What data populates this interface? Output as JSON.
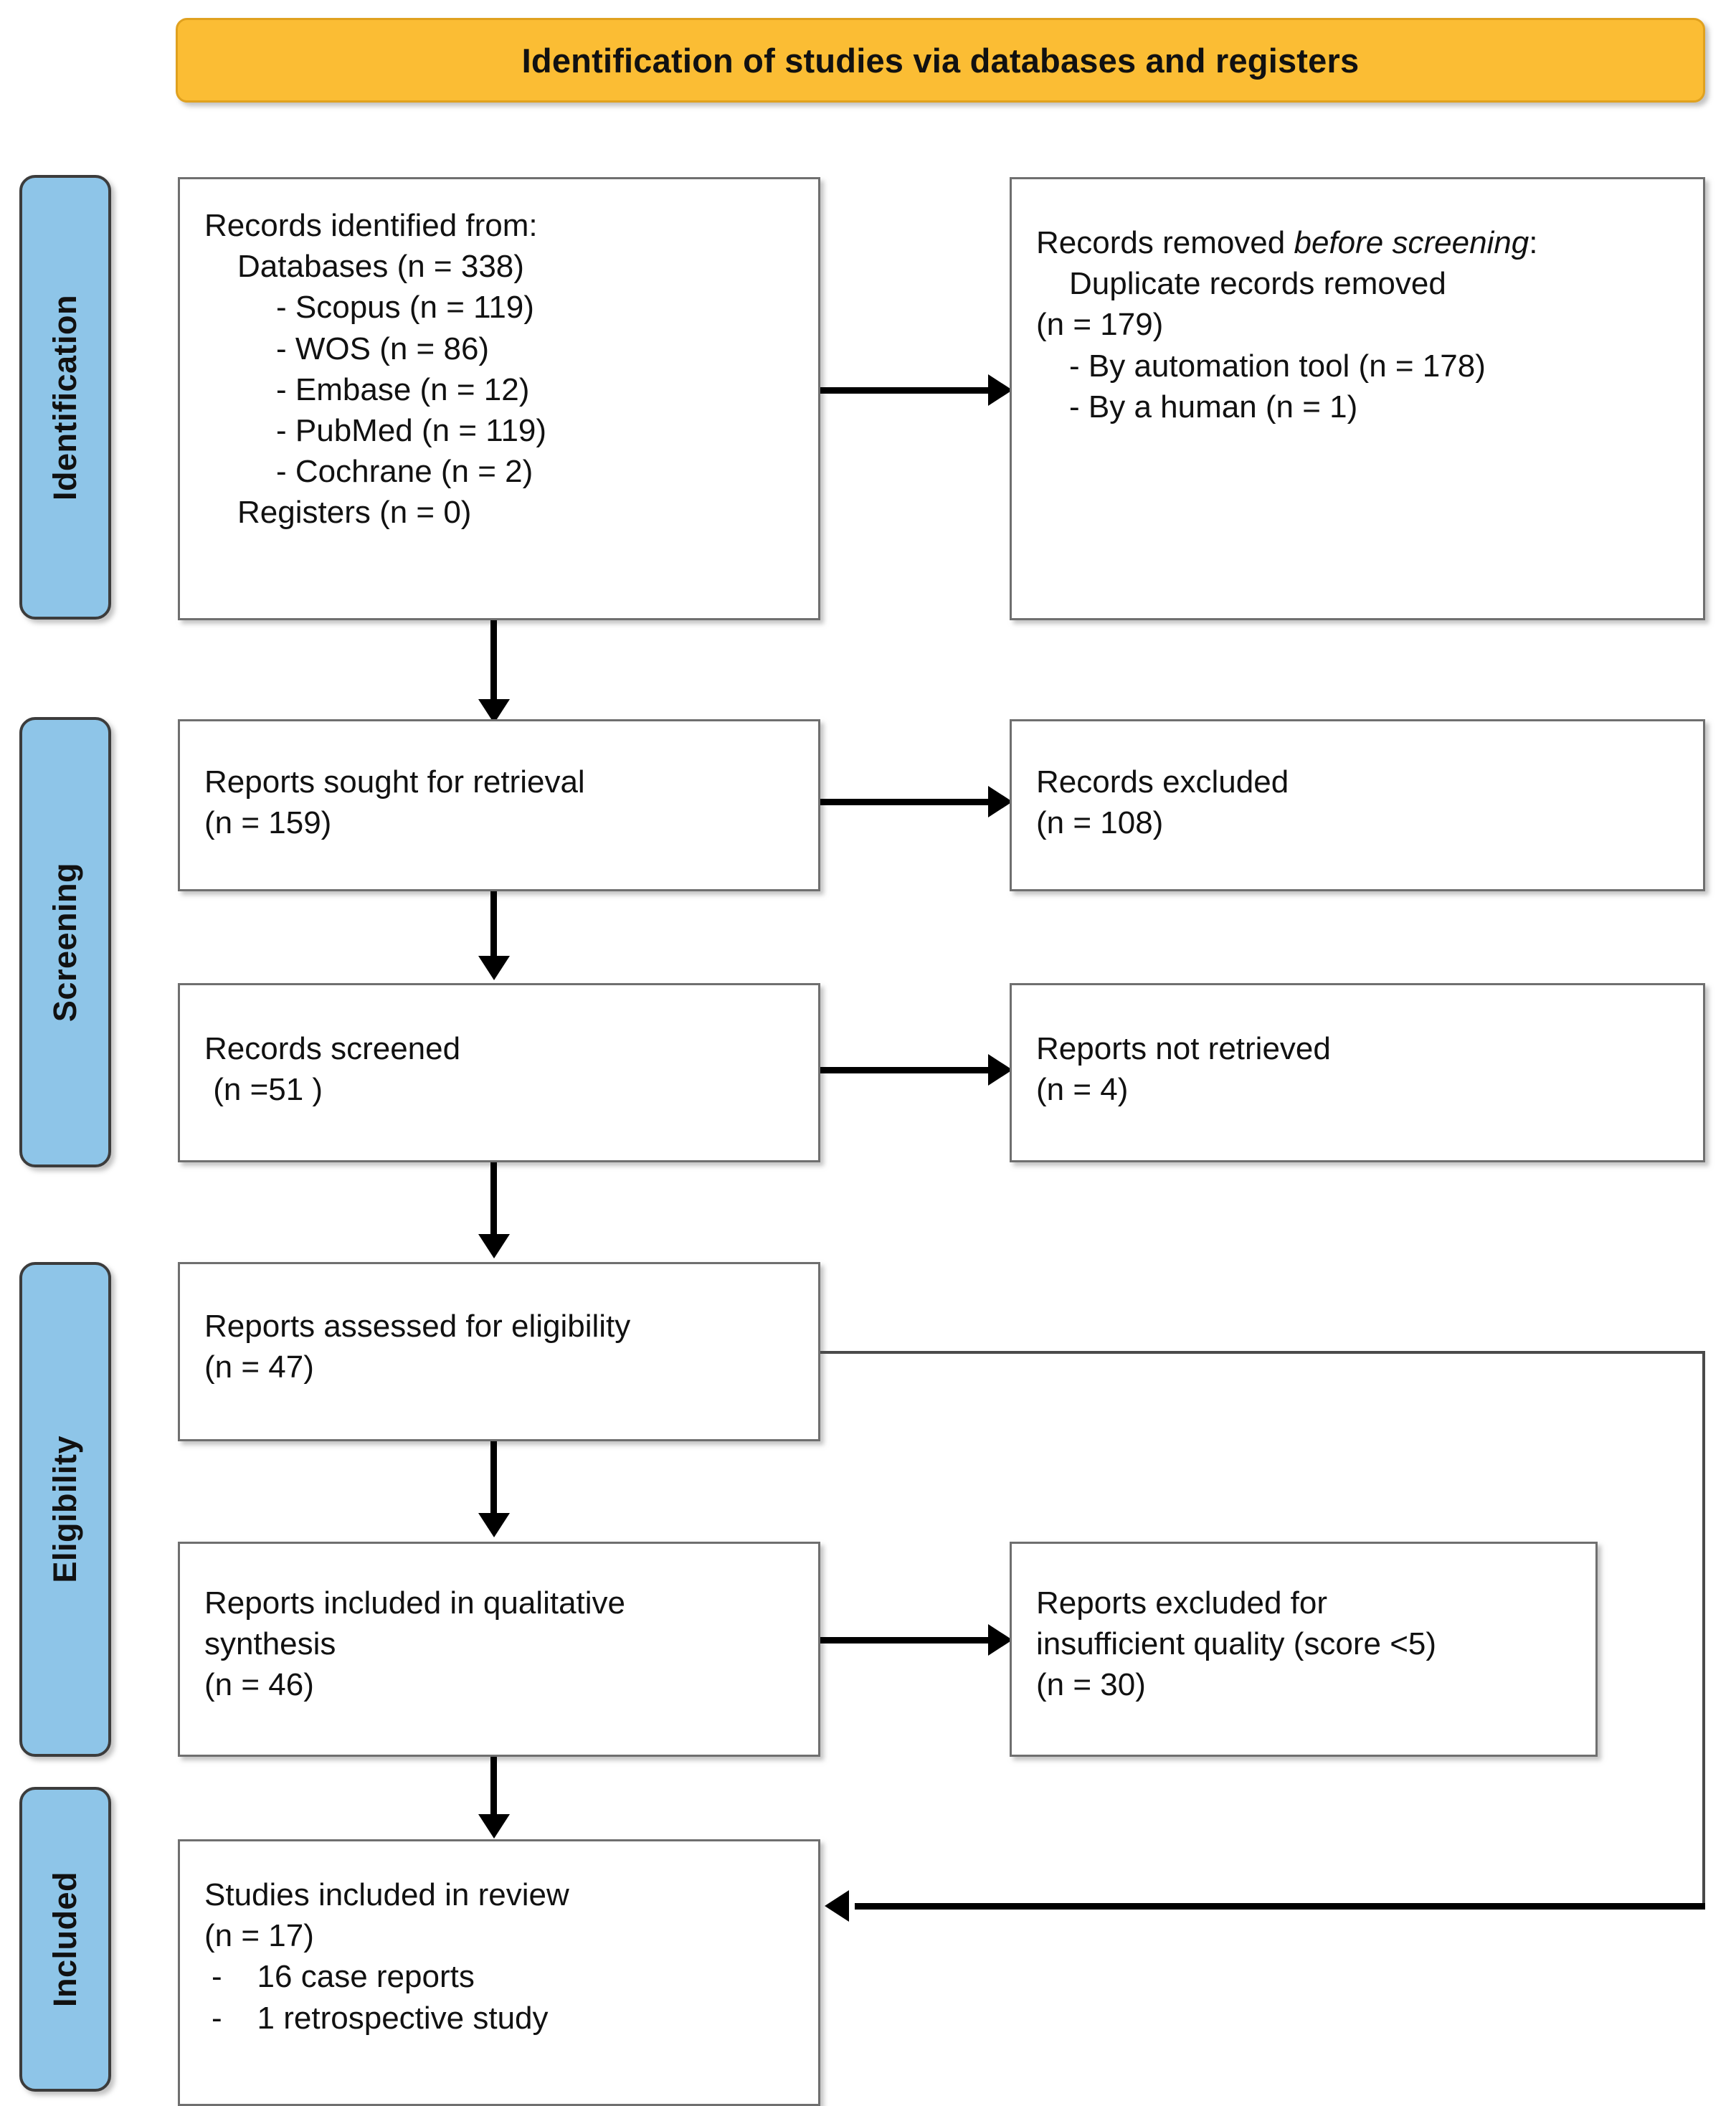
{
  "header": {
    "title": "Identification of studies via databases and registers",
    "bg_color": "#fbbd34"
  },
  "stages": [
    {
      "id": "identification",
      "label": "Identification"
    },
    {
      "id": "screening",
      "label": "Screening"
    },
    {
      "id": "eligibility",
      "label": "Eligibility"
    },
    {
      "id": "included",
      "label": "Included"
    }
  ],
  "stage_color": "#8ec5e8",
  "boxes": {
    "records_identified": {
      "lines": [
        "Records identified from:",
        "Databases (n = 338)",
        "- Scopus (n = 119)",
        "- WOS (n = 86)",
        "- Embase (n = 12)",
        "- PubMed (n = 119)",
        "- Cochrane (n = 2)",
        "Registers (n = 0)"
      ]
    },
    "records_removed": {
      "line1_prefix": "Records removed ",
      "line1_italic": "before screening",
      "line1_suffix": ":",
      "lines": [
        "Duplicate records removed",
        "(n = 179)",
        "- By automation tool (n = 178)",
        "- By a human (n = 1)"
      ]
    },
    "reports_sought": {
      "lines": [
        "Reports sought for retrieval",
        "(n = 159)"
      ]
    },
    "records_excluded": {
      "lines": [
        "Records excluded",
        "(n = 108)"
      ]
    },
    "records_screened": {
      "lines": [
        "Records screened",
        " (n =51 )"
      ]
    },
    "reports_not_retrieved": {
      "lines": [
        "Reports not retrieved",
        "(n = 4)"
      ]
    },
    "reports_assessed": {
      "lines": [
        "Reports assessed for eligibility",
        "(n = 47)"
      ]
    },
    "reports_qualitative": {
      "lines": [
        "Reports included in qualitative",
        "synthesis",
        "(n = 46)"
      ]
    },
    "reports_excluded_quality": {
      "lines": [
        "Reports excluded for",
        "insufficient quality (score <5)",
        "(n = 30)"
      ]
    },
    "studies_included": {
      "lines": [
        "Studies included in review",
        "(n = 17)",
        "-    16 case reports",
        "-    1 retrospective study"
      ]
    }
  }
}
